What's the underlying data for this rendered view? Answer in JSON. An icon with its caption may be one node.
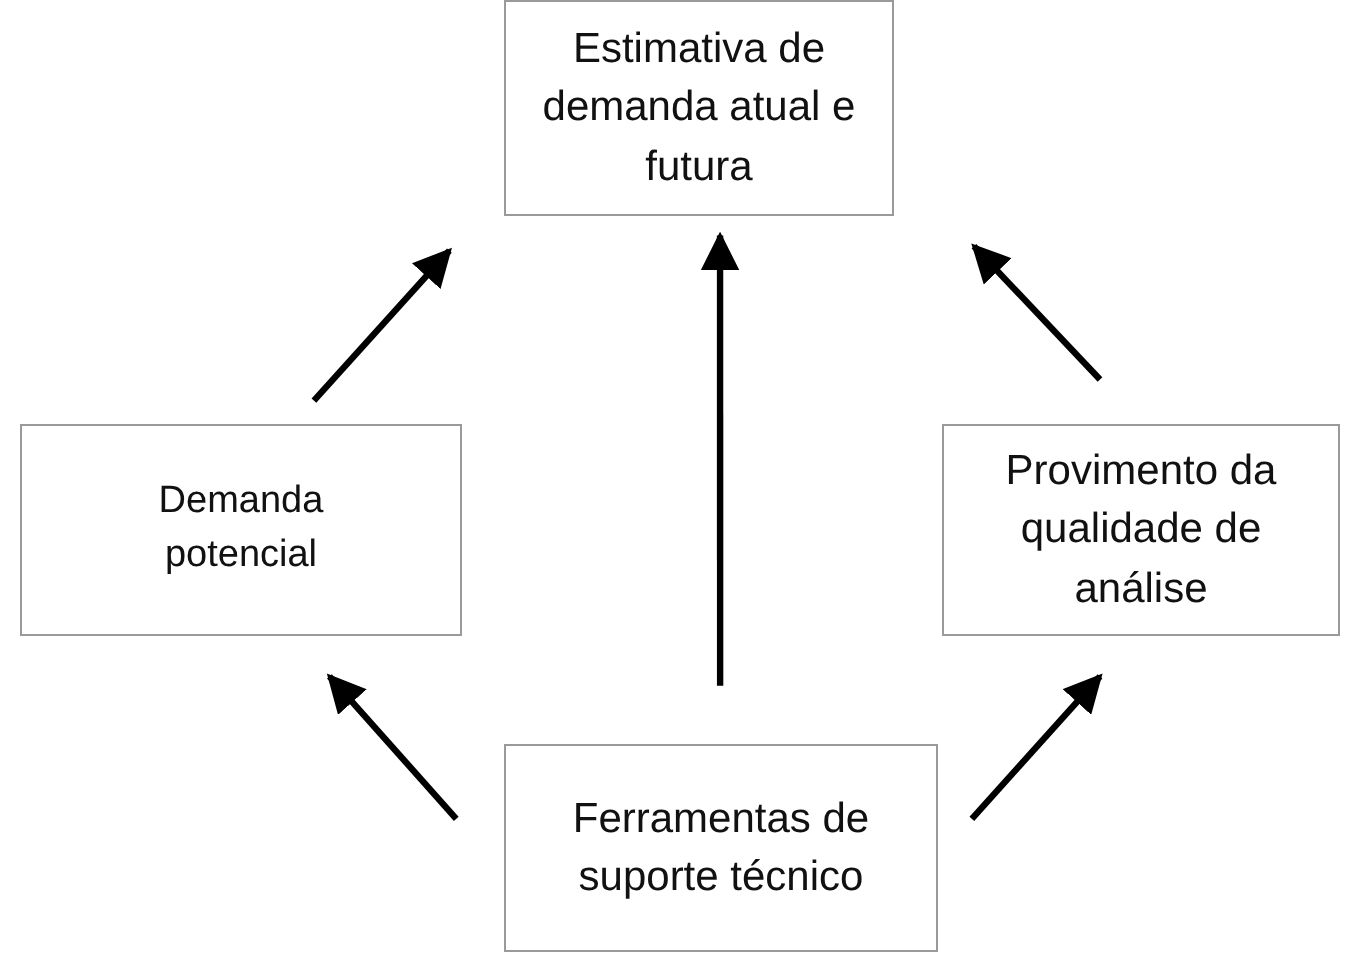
{
  "diagram": {
    "nodes": [
      {
        "text": [
          "Estimativa de demanda atual e futura"
        ]
      },
      {
        "text": [
          "Demanda potencial"
        ]
      },
      {
        "text": [
          "Provimento da qualidade de análise"
        ]
      },
      {
        "text": [
          "Ferramentas de suporte técnico"
        ]
      }
    ],
    "edges": [
      {
        "from": 3,
        "to": 1,
        "arrow": "to"
      },
      {
        "from": 1,
        "to": 0,
        "arrow": "to"
      },
      {
        "from": 3,
        "to": 0,
        "arrow": "to"
      },
      {
        "from": 2,
        "to": 0,
        "arrow": "to"
      },
      {
        "from": 3,
        "to": 2,
        "arrow": "to"
      }
    ]
  }
}
